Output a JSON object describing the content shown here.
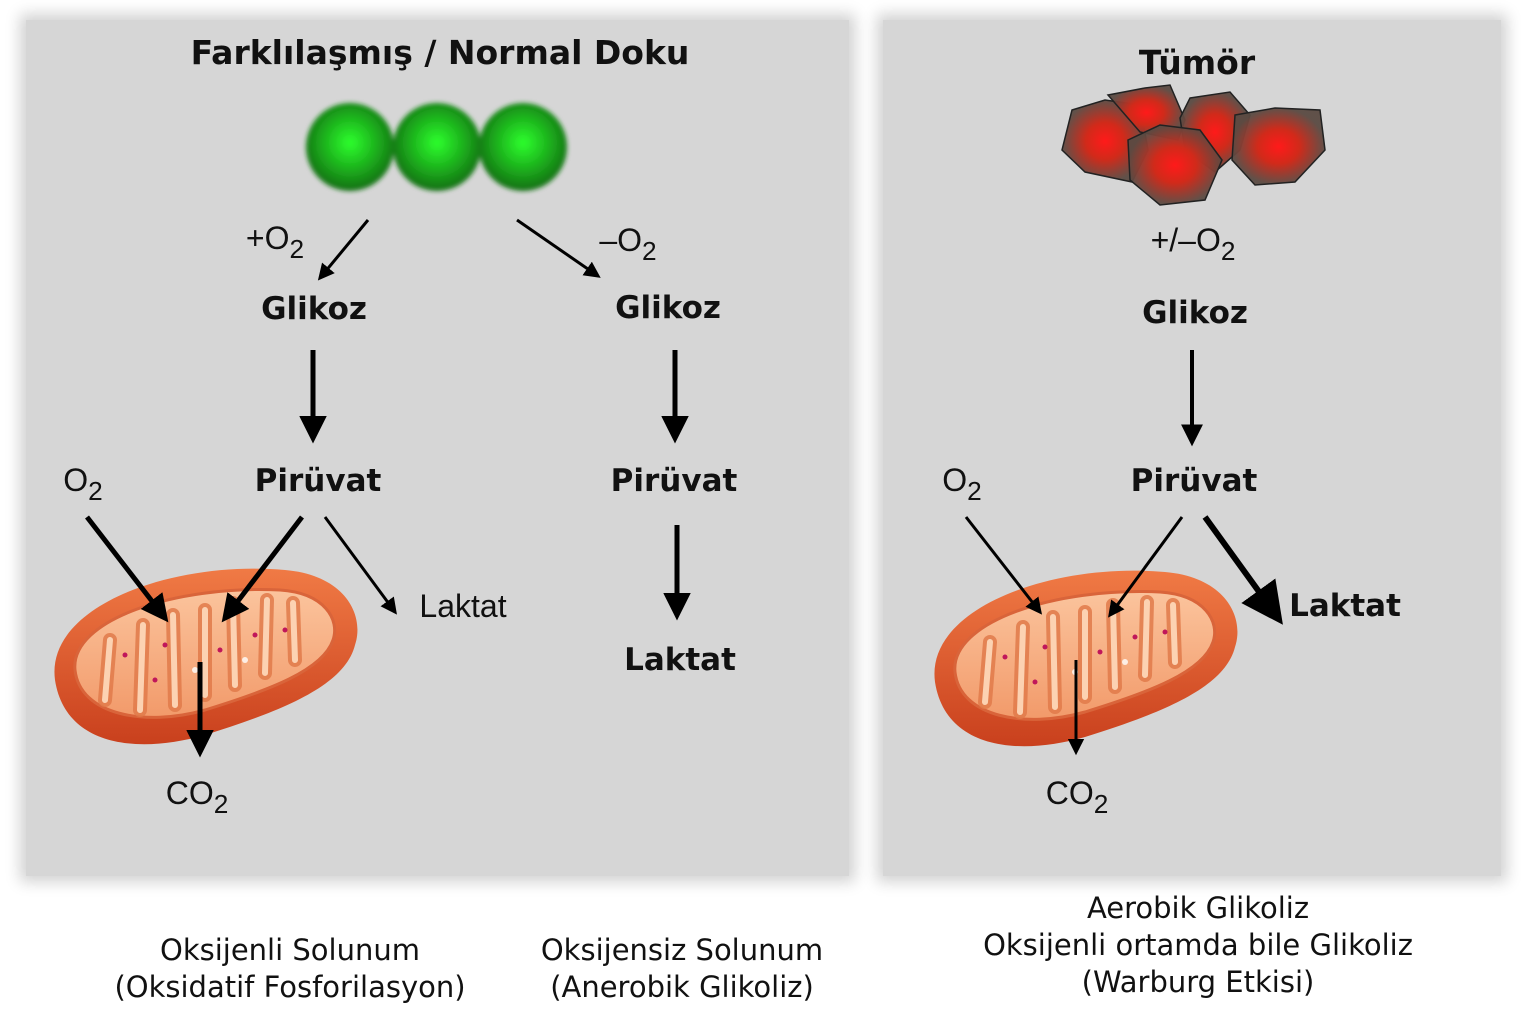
{
  "left_panel": {
    "title": "Farklılaşmış / Normal Doku",
    "oxygen_plus": "+O",
    "oxygen_minus": "–O",
    "o2_sub": "2",
    "aerobic_path": {
      "glucose": "Glikoz",
      "pyruvate": "Pirüvat",
      "lactate": "Laktat",
      "o2": "O",
      "co2": "CO"
    },
    "anaerobic_path": {
      "glucose": "Glikoz",
      "pyruvate": "Pirüvat",
      "lactate": "Laktat"
    }
  },
  "right_panel": {
    "title": "Tümör",
    "oxygen": "+/–O",
    "glucose": "Glikoz",
    "pyruvate": "Pirüvat",
    "lactate": "Laktat",
    "o2": "O",
    "co2": "CO"
  },
  "captions": {
    "oxidative": [
      "Oksijenli Solunum",
      "(Oksidatif Fosforilasyon)"
    ],
    "anaerobic": [
      "Oksijensiz Solunum",
      "(Anerobik Glikoliz)"
    ],
    "warburg": [
      "Aerobik Glikoliz",
      "Oksijenli ortamda bile Glikoliz",
      "(Warburg Etkisi)"
    ]
  },
  "colors": {
    "panel": "#d6d6d6",
    "normal_cell": "#22c522",
    "tumor_core": "#ff1a1a",
    "mitochondria": "#e9552a"
  }
}
